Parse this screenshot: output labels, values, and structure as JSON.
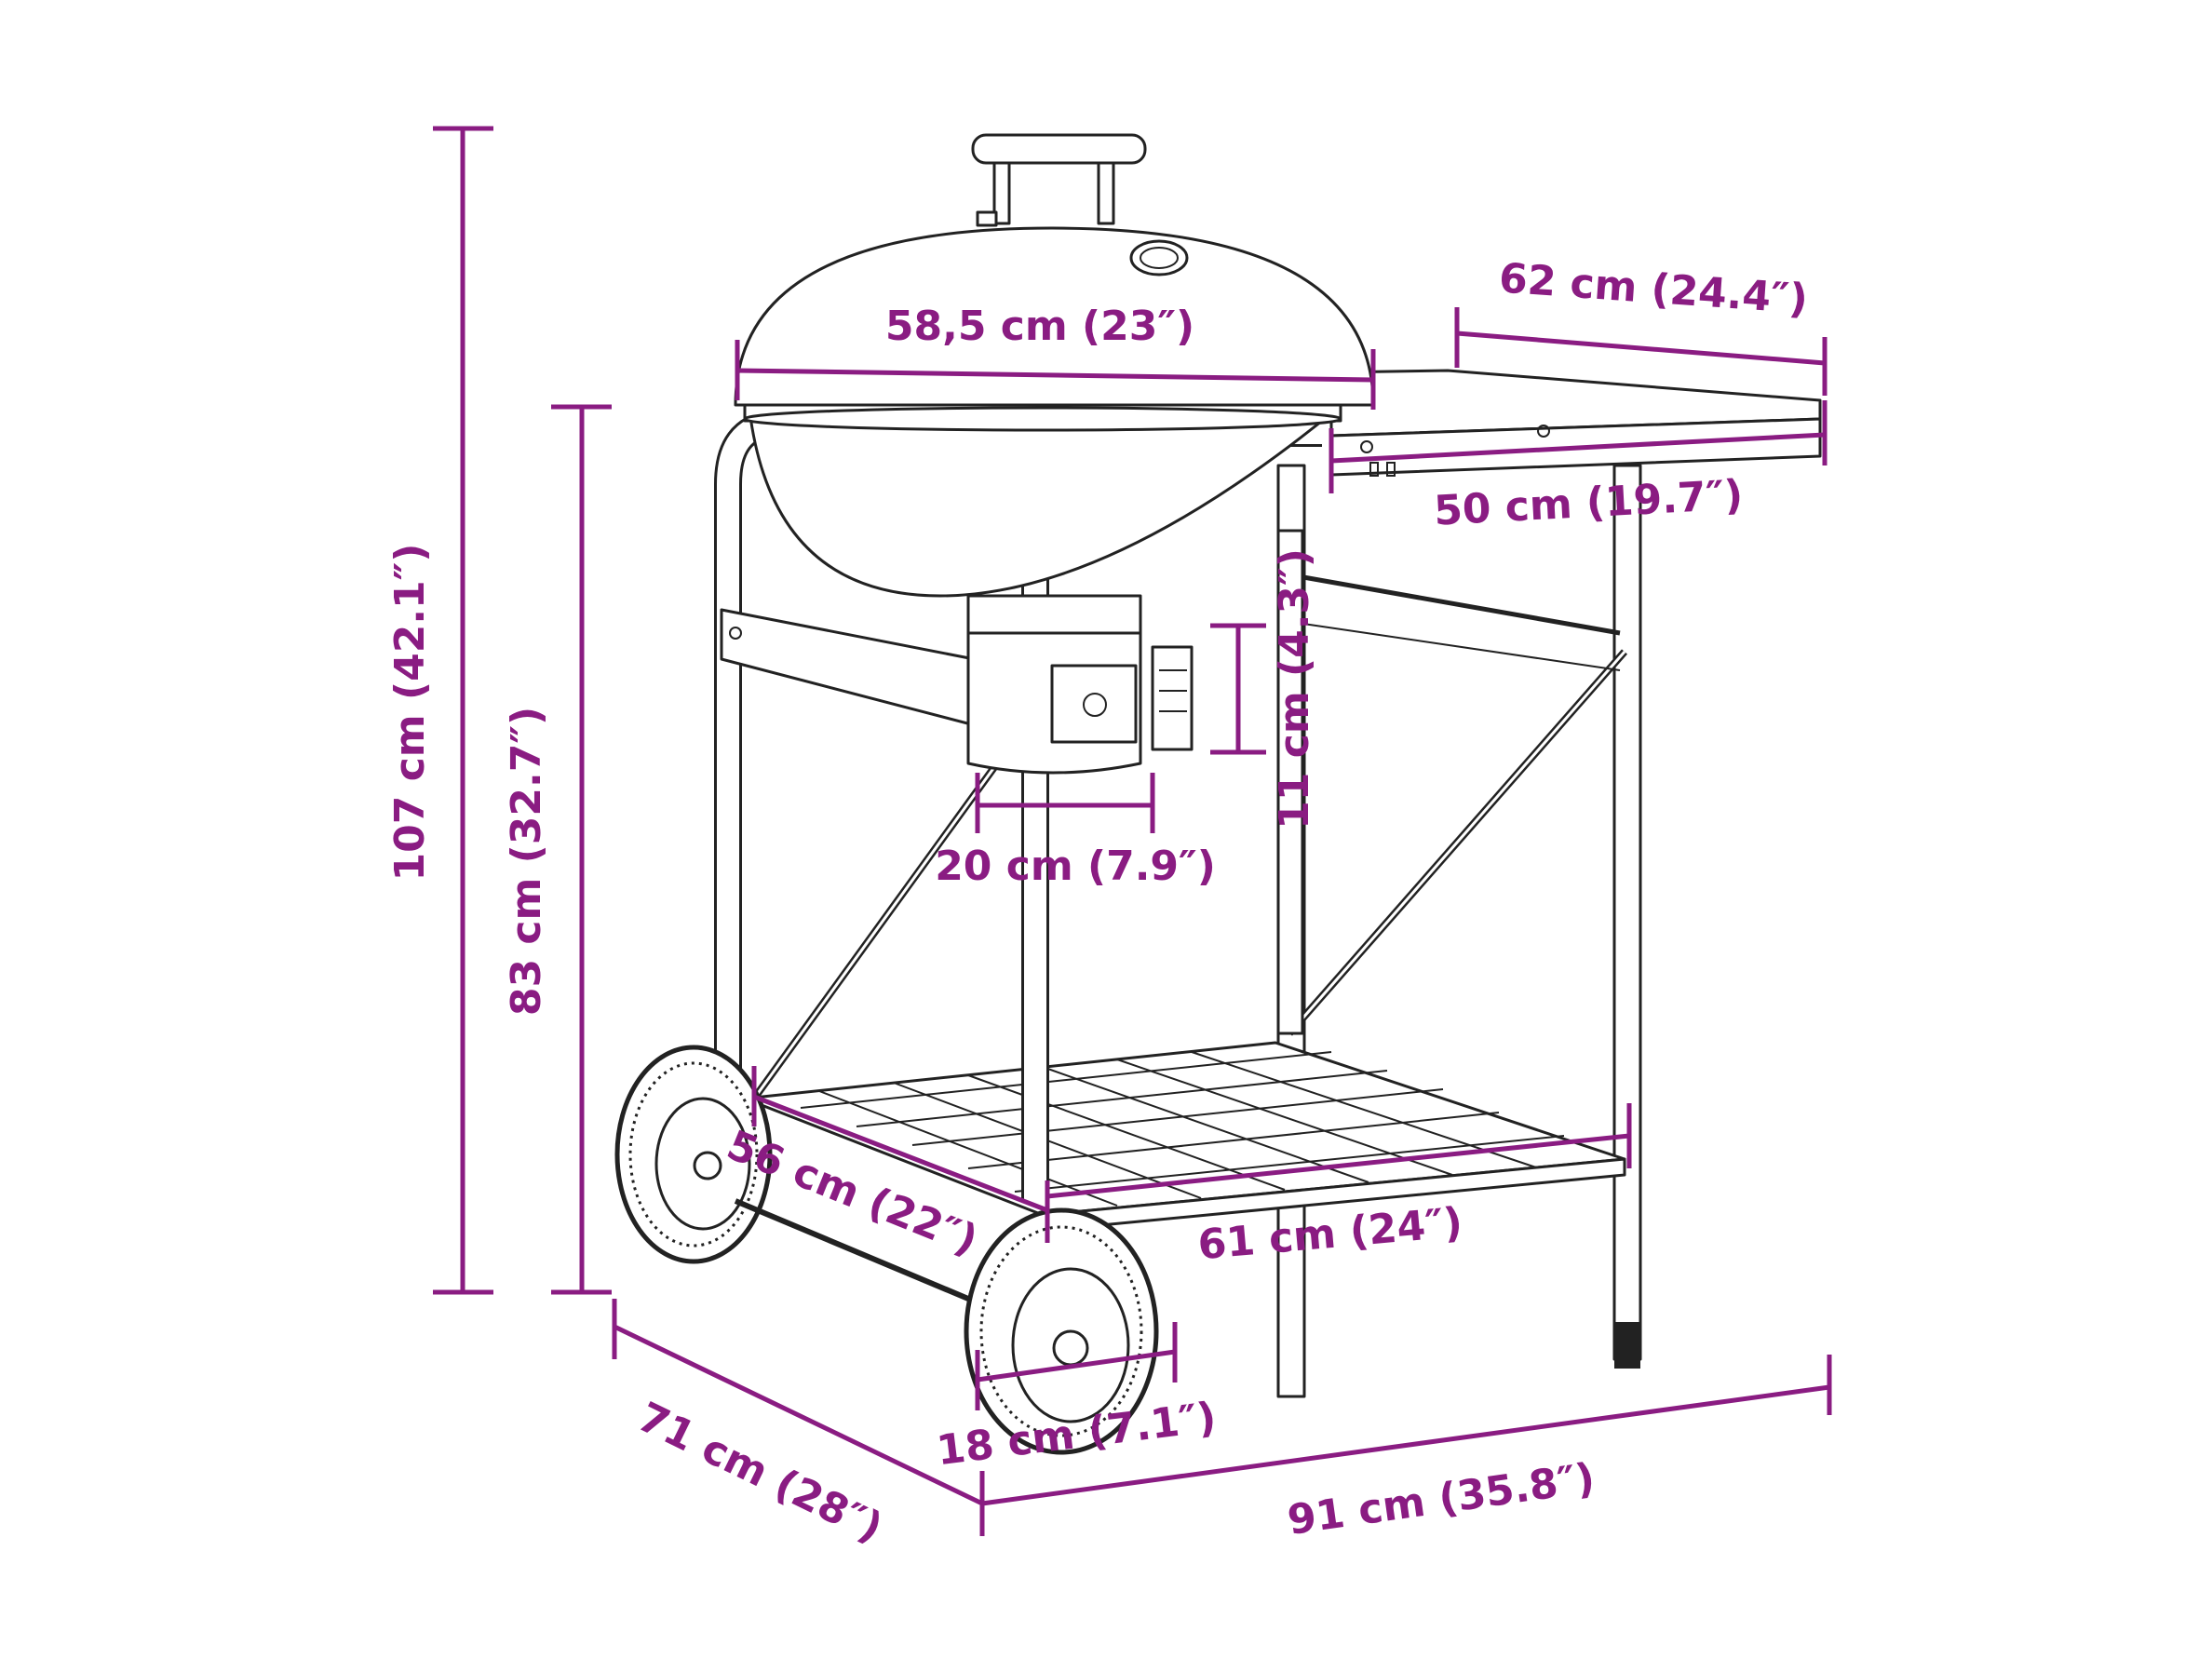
{
  "colors": {
    "dimension": "#8a1c82",
    "drawing": "#222222",
    "background": "#ffffff"
  },
  "dimensions": {
    "lid_diameter": "58,5 cm (23″)",
    "side_table_depth": "62 cm (24.4″)",
    "side_table_width": "50 cm (19.7″)",
    "vent_height": "11 cm (4.3″)",
    "ash_pan_width": "20 cm (7.9″)",
    "total_height": "107 cm (42.1″)",
    "table_height": "83 cm (32.7″)",
    "shelf_depth": "56 cm (22″)",
    "shelf_width": "61 cm (24″)",
    "wheel_diameter": "18 cm (7.1″)",
    "total_depth": "71 cm (28″)",
    "total_width": "91 cm (35.8″)"
  }
}
